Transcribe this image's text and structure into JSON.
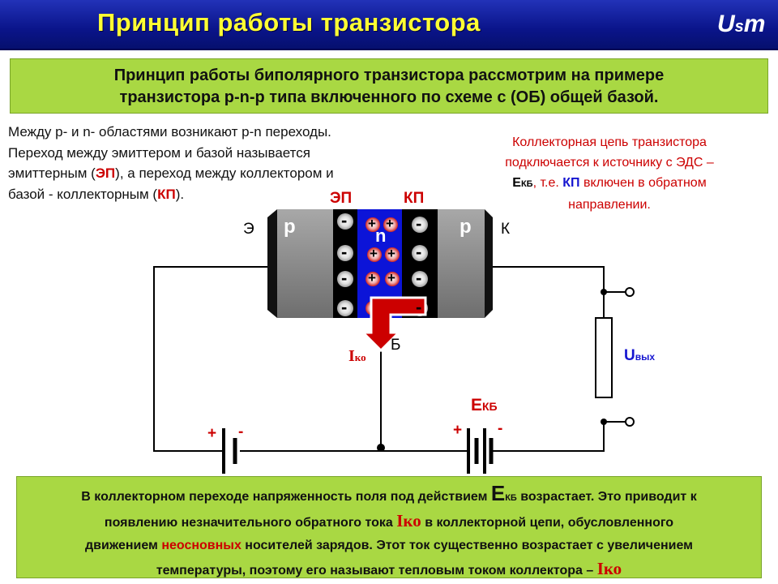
{
  "header": {
    "title": "Принцип работы транзистора",
    "logo": "Usm"
  },
  "intro": {
    "line1": "Принцип работы биполярного транзистора рассмотрим на примере",
    "line2": "транзистора р-n-р типа включенного по схеме с (ОБ) общей базой."
  },
  "left_text": {
    "l1": "Между р- и n- областями возникают р-n переходы.",
    "l2": "Переход между эмиттером и базой называется",
    "l3a": "эмиттерным (",
    "ep": "ЭП",
    "l3b": "), а переход между коллектором и",
    "l4a": "базой  - коллекторным (",
    "kp": "КП",
    "l4b": ")."
  },
  "right_text": {
    "l1": "Коллекторная цепь транзистора",
    "l2": "подключается к источнику с ЭДС –",
    "e_main": "Е",
    "e_sub": "КБ",
    "l3a": ", т.е. ",
    "kp": "КП",
    "l3b": " включен в обратном",
    "l4": "направлении."
  },
  "diagram": {
    "label_ep": "ЭП",
    "label_kp": "КП",
    "label_e": "Э",
    "label_k": "К",
    "label_b": "Б",
    "region_p_left": "p",
    "region_n": "n",
    "region_p_right": "p",
    "minus": "-",
    "plus": "+",
    "iko_main": "I",
    "iko_sub": "ко",
    "uvyx_main": "U",
    "uvyx_sub": "вых",
    "ekb_main": "Е",
    "ekb_sub": "КБ",
    "battery_plus": "+",
    "battery_minus": "-"
  },
  "bottom": {
    "p1": "В коллекторном переходе напряженность поля под действием ",
    "e_main": "Е",
    "e_sub": "КБ",
    "p2": " возрастает. Это приводит к",
    "p3": "появлению незначительного обратного тока ",
    "iko1": "Iко",
    "p4": " в коллекторной цепи, обусловленного",
    "p5": "движением ",
    "nonmain": "неосновных",
    "p6": " носителей зарядов. Этот ток существенно возрастает с увеличением",
    "p7": "температуры, поэтому его называют тепловым током коллектора – ",
    "iko2": "Iко"
  },
  "colors": {
    "header_bg": "#0a148a",
    "title": "#ffff33",
    "box_green": "#a9d843",
    "accent_red": "#cc0000",
    "accent_blue": "#1515d0",
    "n_region": "#0c14d8",
    "p_region": "#8a8a8a"
  }
}
